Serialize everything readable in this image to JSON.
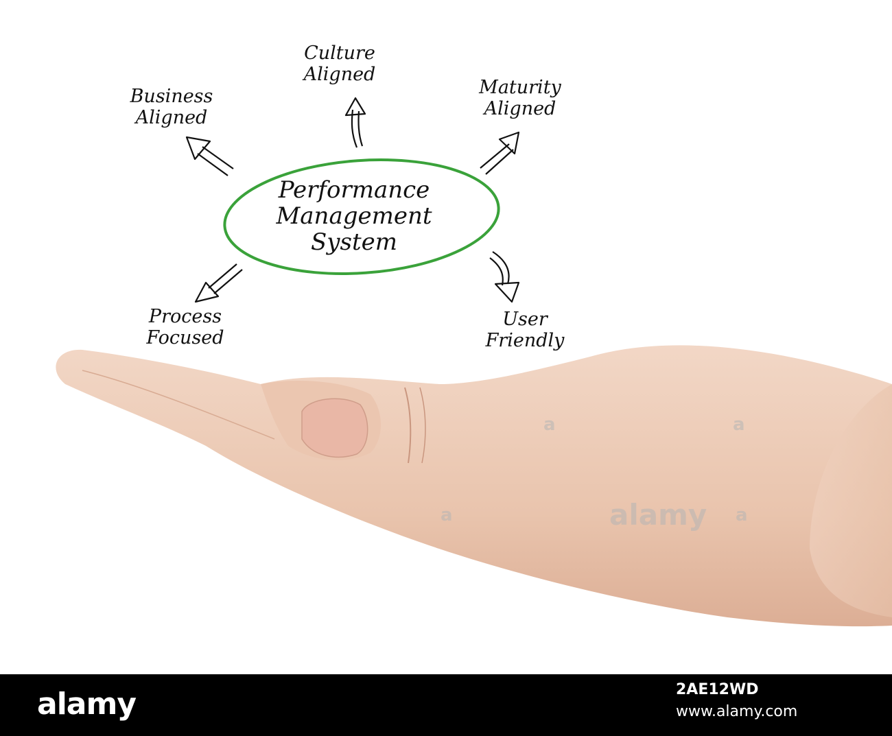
{
  "diagram": {
    "center": [
      "Performance",
      "Management",
      "System"
    ],
    "nodes": {
      "culture": [
        "Culture",
        "Aligned"
      ],
      "business": [
        "Business",
        "Aligned"
      ],
      "maturity": [
        "Maturity",
        "Aligned"
      ],
      "process": [
        "Process",
        "Focused"
      ],
      "user": [
        "User",
        "Friendly"
      ]
    },
    "colors": {
      "ellipse": "#3aa23a",
      "text": "#111111",
      "arrow": "#111111"
    }
  },
  "photo": {
    "subject": "open-palm-hand"
  },
  "watermark": {
    "text": "alamy",
    "small": "a"
  },
  "footer": {
    "logo": "alamy",
    "image_id": "2AE12WD",
    "url": "www.alamy.com"
  }
}
